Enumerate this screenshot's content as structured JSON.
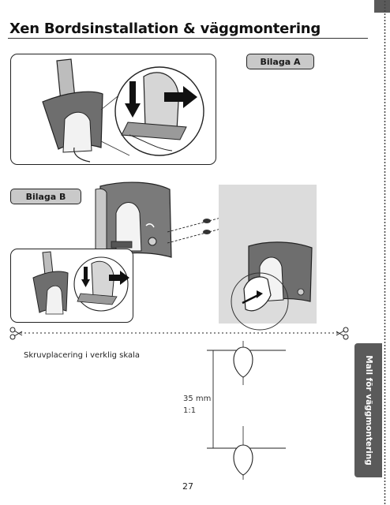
{
  "page": {
    "title": "Xen Bordsinstallation & väggmontering",
    "page_number": "27"
  },
  "figures": {
    "a_label": "Bilaga A",
    "b_label": "Bilaga B"
  },
  "template": {
    "scale_note": "Skruvplacering i verklig skala",
    "distance": "35 mm",
    "ratio": "1:1"
  },
  "side_tab": {
    "label": "Mall för väggmontering"
  }
}
